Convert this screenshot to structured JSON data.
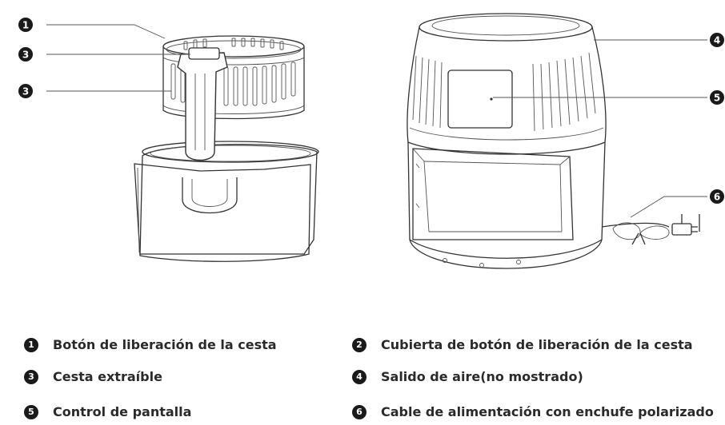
{
  "callouts": {
    "left": [
      "1",
      "3",
      "3"
    ],
    "right": [
      "4",
      "5",
      "6"
    ]
  },
  "legend": [
    {
      "num": "1",
      "text": "Botón de liberación de la cesta"
    },
    {
      "num": "2",
      "text": "Cubierta de botón de liberación de la cesta"
    },
    {
      "num": "3",
      "text": "Cesta extraíble"
    },
    {
      "num": "4",
      "text": "Salido de aire(no mostrado)"
    },
    {
      "num": "5",
      "text": "Control de pantalla"
    },
    {
      "num": "6",
      "text": "Cable de alimentación con enchufe polarizado"
    }
  ]
}
